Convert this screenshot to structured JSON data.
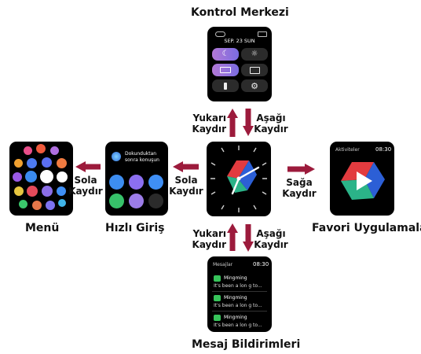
{
  "titles": {
    "control_center": "Kontrol Merkezi",
    "menu": "Menü",
    "quick_access": "Hızlı Giriş",
    "favorite_apps": "Favori Uygulamalar",
    "notifications": "Mesaj Bildirimleri"
  },
  "gestures": {
    "swipe_up_line1": "Yukarı",
    "swipe_up_line2": "Kaydır",
    "swipe_down_line1": "Aşağı",
    "swipe_down_line2": "Kaydır",
    "swipe_left_line1": "Sola",
    "swipe_left_line2": "Kaydır",
    "swipe_right_line1": "Sağa",
    "swipe_right_line2": "Kaydır"
  },
  "control_screen": {
    "date": "SEP. 23 SUN"
  },
  "quick_screen": {
    "hint_line1": "Dokunduktan",
    "hint_line2": "sonra konuşun"
  },
  "favorites_screen": {
    "label": "Aktiviteler",
    "time": "08:30"
  },
  "messages_screen": {
    "label": "Mesajlar",
    "time": "08:30",
    "items": [
      {
        "sender": "Mingming",
        "preview": "It's been a lon g to..."
      },
      {
        "sender": "Mingming",
        "preview": "It's been a lon g to..."
      },
      {
        "sender": "Mingming",
        "preview": "It's been a lon g to..."
      }
    ]
  },
  "colors": {
    "arrow": "#9c1b3c",
    "screen": "#000000",
    "accent_red": "#e23b3f",
    "accent_blue": "#2c5fd6",
    "accent_green": "#2bb388",
    "accent_purple": "#a070d8"
  }
}
